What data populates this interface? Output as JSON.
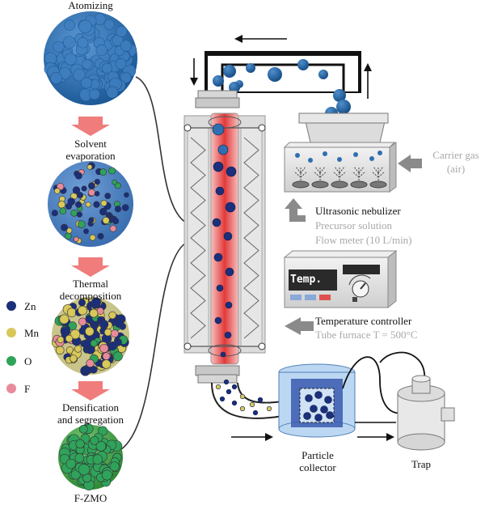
{
  "stages": {
    "atomizing": "Atomizing",
    "solvent_evaporation_line1": "Solvent",
    "solvent_evaporation_line2": "evaporation",
    "thermal_decomposition_line1": "Thermal",
    "thermal_decomposition_line2": "decomposition",
    "densification_line1": "Densification",
    "densification_line2": "and segregation",
    "product": "F-ZMO"
  },
  "legend": [
    {
      "label": "Zn",
      "color": "#1b2f7a"
    },
    {
      "label": "Mn",
      "color": "#d8c85a"
    },
    {
      "label": "O",
      "color": "#2fa35a"
    },
    {
      "label": "F",
      "color": "#e98a9a"
    }
  ],
  "apparatus": {
    "carrier_gas_line1": "Carrier gas",
    "carrier_gas_line2": "(air)",
    "nebulizer": "Ultrasonic nebulizer",
    "precursor": "Precursor solution",
    "flow_meter": "Flow meter (10 L/min)",
    "temp_display": "Temp.",
    "temperature_controller": "Temperature controller",
    "tube_furnace": "Tube furnace T = 500°C",
    "collector_line1": "Particle",
    "collector_line2": "collector",
    "trap": "Trap"
  },
  "colors": {
    "droplet": "#2f6fb0",
    "arrow_pink": "#f07c7c",
    "furnace": "#d4d4d4",
    "tube_red": "#e23a3a",
    "product_green": "#3aa04a",
    "gray_arrow": "#8a8a8a"
  }
}
